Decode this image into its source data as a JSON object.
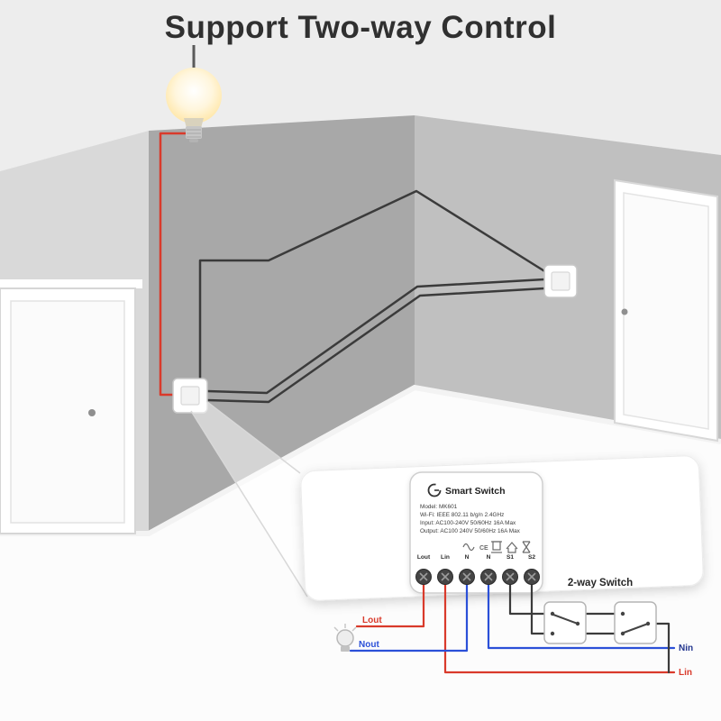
{
  "title": "Support Two-way Control",
  "device": {
    "brand": "Smart Switch",
    "model": "Model: MK601",
    "wifi": "Wi-Fi: IEEE 802.11 b/g/n 2.4GHz",
    "input": "Input: AC100-240V 50/60Hz 16A Max",
    "output": "Output: AC100 240V 50/60Hz 16A Max",
    "cert_ce": "CE",
    "terminals": [
      "Lout",
      "Lin",
      "N",
      "N",
      "S1",
      "S2"
    ]
  },
  "wiring": {
    "two_way_switch_label": "2-way Switch",
    "lout_label": "Lout",
    "nout_label": "Nout",
    "nin_label": "Nin",
    "lin_label": "Lin"
  },
  "colors": {
    "live_wire": "#d93a2b",
    "neutral_wire": "#2b50d8",
    "traveler_wire": "#3b3b3b",
    "title_text": "#303030"
  }
}
